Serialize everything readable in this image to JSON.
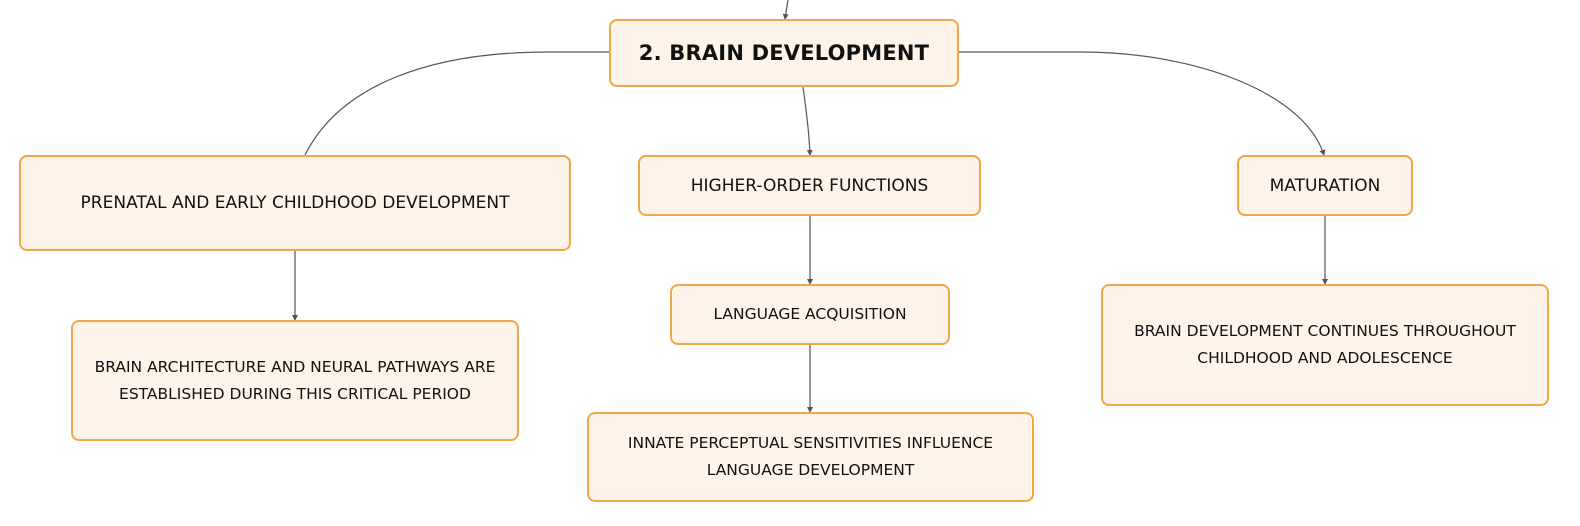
{
  "diagram": {
    "root": {
      "label": "2. BRAIN DEVELOPMENT"
    },
    "branches": [
      {
        "label": "PRENATAL AND EARLY CHILDHOOD DEVELOPMENT",
        "children": [
          {
            "label": "BRAIN ARCHITECTURE AND NEURAL PATHWAYS ARE ESTABLISHED DURING THIS CRITICAL PERIOD"
          }
        ]
      },
      {
        "label": "HIGHER-ORDER FUNCTIONS",
        "children": [
          {
            "label": "LANGUAGE ACQUISITION",
            "children": [
              {
                "label": "INNATE PERCEPTUAL SENSITIVITIES INFLUENCE LANGUAGE DEVELOPMENT"
              }
            ]
          }
        ]
      },
      {
        "label": "MATURATION",
        "children": [
          {
            "label": "BRAIN DEVELOPMENT CONTINUES THROUGHOUT CHILDHOOD AND ADOLESCENCE"
          }
        ]
      }
    ]
  },
  "colors": {
    "node_border": "#f0a64a",
    "node_fill": "#fdf3e8",
    "connector": "#555555",
    "text": "#111111"
  }
}
